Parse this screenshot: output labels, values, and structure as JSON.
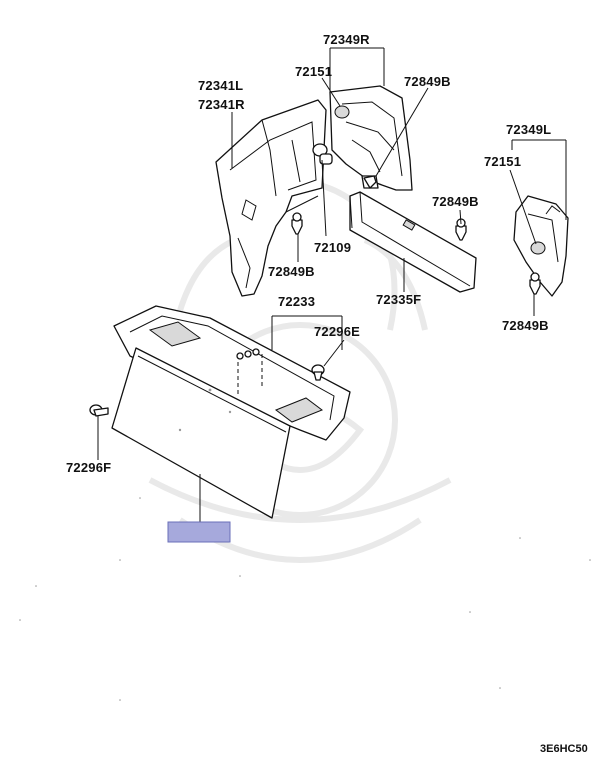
{
  "labels": {
    "p72349R": "72349R",
    "p72151_top": "72151",
    "p72849B_top": "72849B",
    "p72341L": "72341L",
    "p72341R": "72341R",
    "p72349L": "72349L",
    "p72151_right": "72151",
    "p72849B_mid": "72849B",
    "p72109": "72109",
    "p72849B_left": "72849B",
    "p72335F": "72335F",
    "p72233": "72233",
    "p72296E": "72296E",
    "p72849B_right": "72849B",
    "p72296F": "72296F"
  },
  "diagram_code": "3E6HC50",
  "colors": {
    "highlight": "#a6a9dc",
    "highlight_border": "#6a6fb8",
    "line": "#111111",
    "watermark": "#e9e9e9"
  }
}
